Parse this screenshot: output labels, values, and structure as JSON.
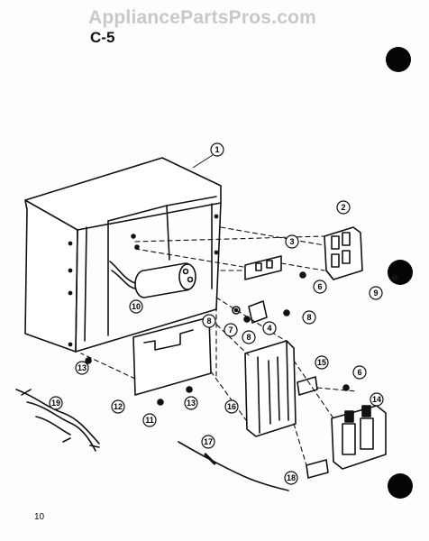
{
  "header": {
    "watermark": "AppliancePartsPros.com",
    "diagram_code": "C-5"
  },
  "footer": {
    "page_number": "10"
  },
  "callouts": [
    "1",
    "2",
    "3",
    "4",
    "6",
    "7",
    "8",
    "8",
    "8",
    "9",
    "10",
    "11",
    "12",
    "13",
    "13",
    "14",
    "15",
    "16",
    "17",
    "18",
    "19"
  ]
}
